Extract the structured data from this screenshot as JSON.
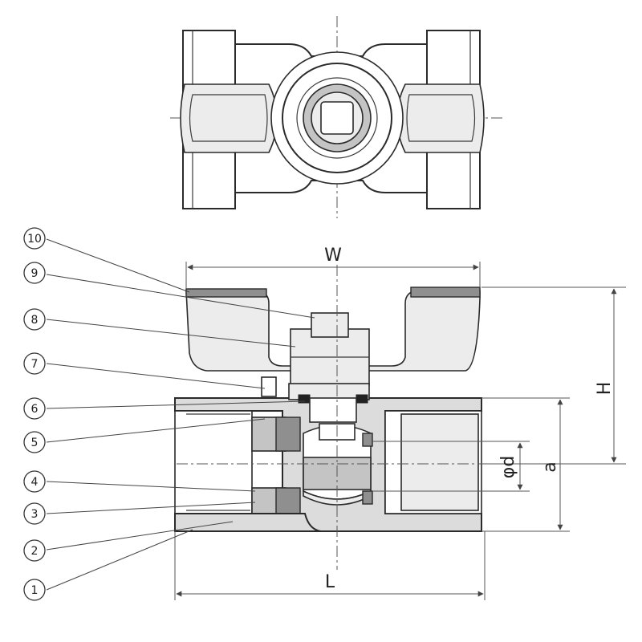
{
  "callouts": [
    {
      "id": "c1",
      "label": "1"
    },
    {
      "id": "c2",
      "label": "2"
    },
    {
      "id": "c3",
      "label": "3"
    },
    {
      "id": "c4",
      "label": "4"
    },
    {
      "id": "c5",
      "label": "5"
    },
    {
      "id": "c6",
      "label": "6"
    },
    {
      "id": "c7",
      "label": "7"
    },
    {
      "id": "c8",
      "label": "8"
    },
    {
      "id": "c9",
      "label": "9"
    },
    {
      "id": "c10",
      "label": "10"
    }
  ],
  "dimensions": {
    "width": "W",
    "height": "H",
    "length": "L",
    "bore": "φd",
    "thread": "a"
  }
}
